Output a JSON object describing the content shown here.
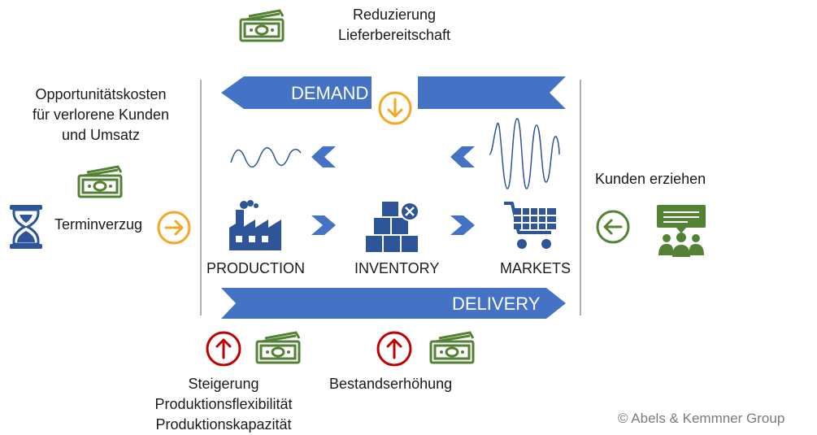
{
  "top": {
    "line1": "Reduzierung",
    "line2": "Lieferbereitschaft"
  },
  "left": {
    "line1": "Opportunitätskosten",
    "line2": "für verlorene Kunden",
    "line3": "und Umsatz",
    "delay": "Terminverzug"
  },
  "right": {
    "educate": "Kunden erziehen"
  },
  "banners": {
    "demand": "DEMAND",
    "delivery": "DELIVERY"
  },
  "stages": {
    "production": "PRODUCTION",
    "inventory": "INVENTORY",
    "markets": "MARKETS"
  },
  "bottom": {
    "left_line1": "Steigerung",
    "left_line2": "Produktionsflexibilität",
    "left_line3": "Produktionskapazität",
    "middle": "Bestandserhöhung"
  },
  "copyright": "© Abels & Kemmner Group",
  "colors": {
    "blue": "#4472c4",
    "darkblue": "#2e5597",
    "orange": "#f5a623",
    "red": "#c00000",
    "green": "#548235",
    "text": "#1a1a1a"
  },
  "icons": [
    "money-icon",
    "hourglass-icon",
    "factory-icon",
    "boxes-icon",
    "shopping-cart-icon",
    "presentation-group-icon",
    "arrow-down-circle-icon",
    "arrow-right-circle-icon",
    "arrow-left-circle-icon",
    "arrow-up-circle-icon",
    "chevron-left-icon",
    "chevron-right-icon",
    "small-wave-icon",
    "large-wave-icon"
  ]
}
